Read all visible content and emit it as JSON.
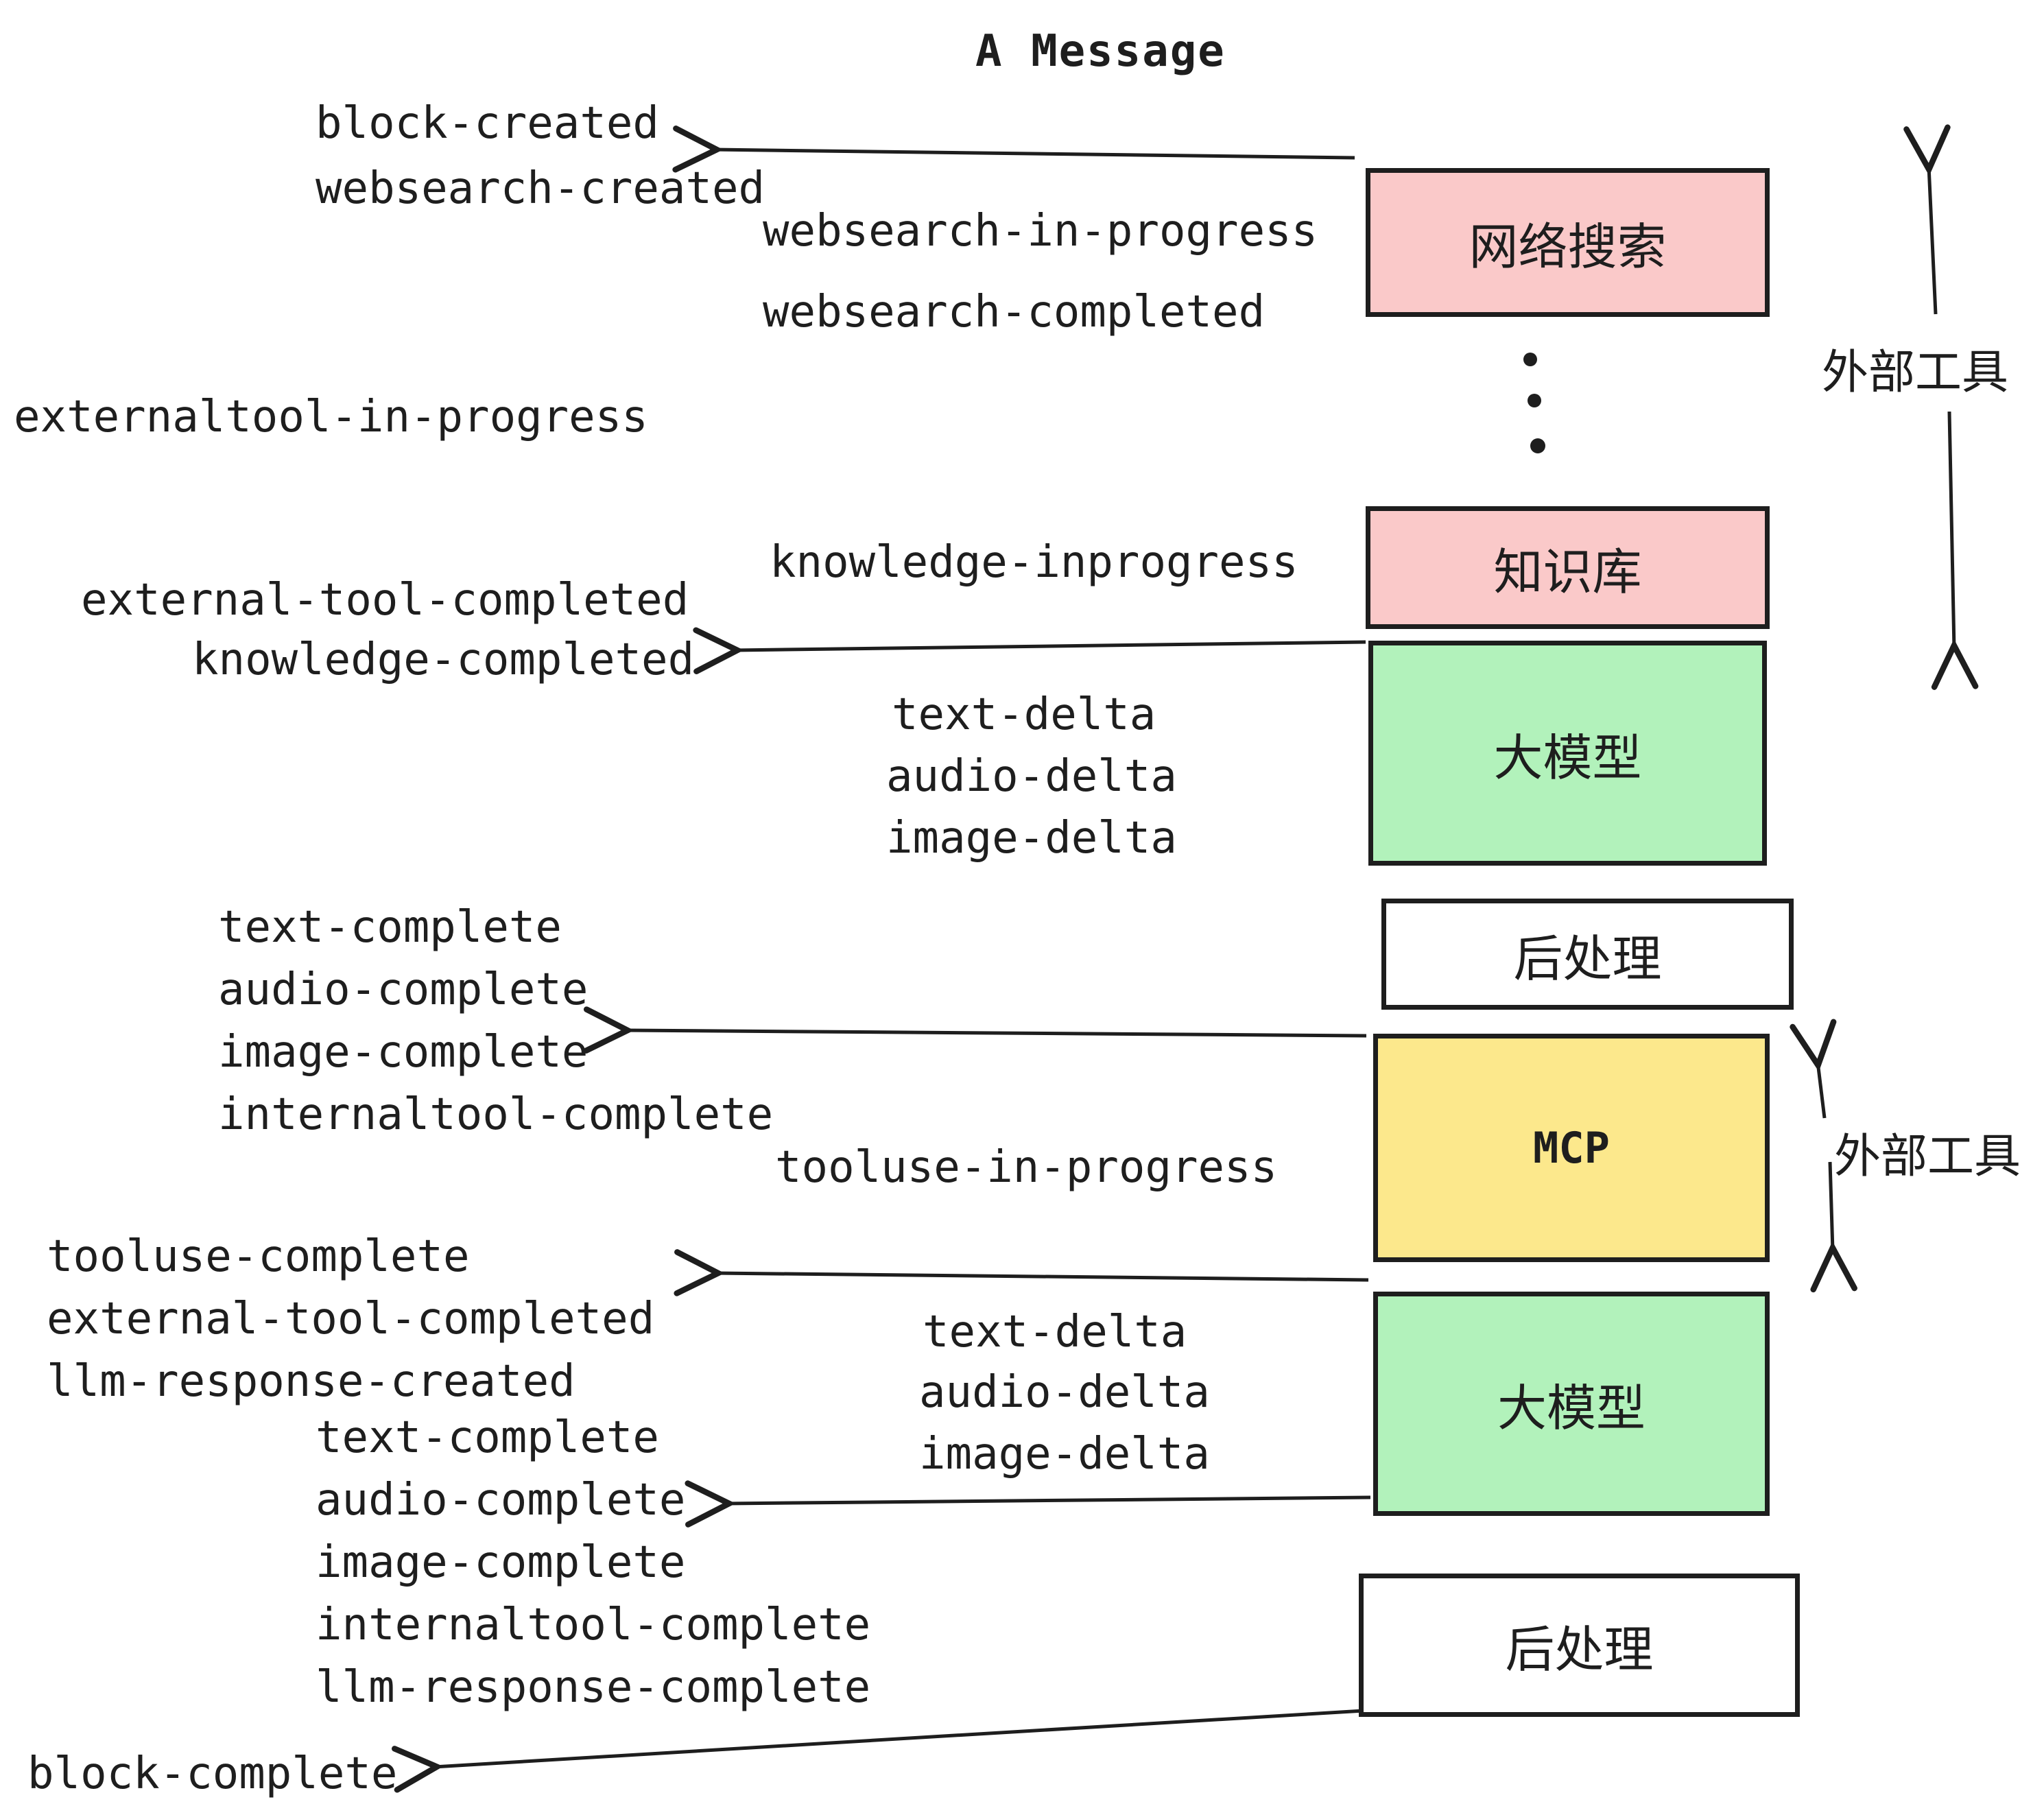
{
  "title": "A Message",
  "events": {
    "block_created": "block-created",
    "websearch_created": "websearch-created",
    "websearch_in_progress": "websearch-in-progress",
    "websearch_completed": "websearch-completed",
    "externaltool_in_progress": "externaltool-in-progress",
    "knowledge_inprogress": "knowledge-inprogress",
    "external_tool_completed": "external-tool-completed",
    "knowledge_completed": "knowledge-completed",
    "text_delta": "text-delta",
    "audio_delta": "audio-delta",
    "image_delta": "image-delta",
    "text_complete": "text-complete",
    "audio_complete": "audio-complete",
    "image_complete": "image-complete",
    "internaltool_complete": "internaltool-complete",
    "tooluse_in_progress": "tooluse-in-progress",
    "tooluse_complete": "tooluse-complete",
    "llm_response_created": "llm-response-created",
    "llm_response_complete": "llm-response-complete",
    "block_complete": "block-complete"
  },
  "boxes": {
    "websearch": {
      "label": "网络搜索",
      "fill": "#fac9c9"
    },
    "knowledge": {
      "label": "知识库",
      "fill": "#fac9c9"
    },
    "llm1": {
      "label": "大模型",
      "fill": "#b2f2bb"
    },
    "post1": {
      "label": "后处理",
      "fill": "#ffffff"
    },
    "mcp": {
      "label": "MCP",
      "fill": "#fce88c"
    },
    "llm2": {
      "label": "大模型",
      "fill": "#b2f2bb"
    },
    "post2": {
      "label": "后处理",
      "fill": "#ffffff"
    }
  },
  "side_labels": {
    "external_tools_1": "外部工具",
    "external_tools_2": "外部工具"
  },
  "colors": {
    "stroke": "#1e1e1e",
    "pink": "#fac9c9",
    "green": "#b2f2bb",
    "yellow": "#fce88c",
    "white": "#ffffff"
  }
}
